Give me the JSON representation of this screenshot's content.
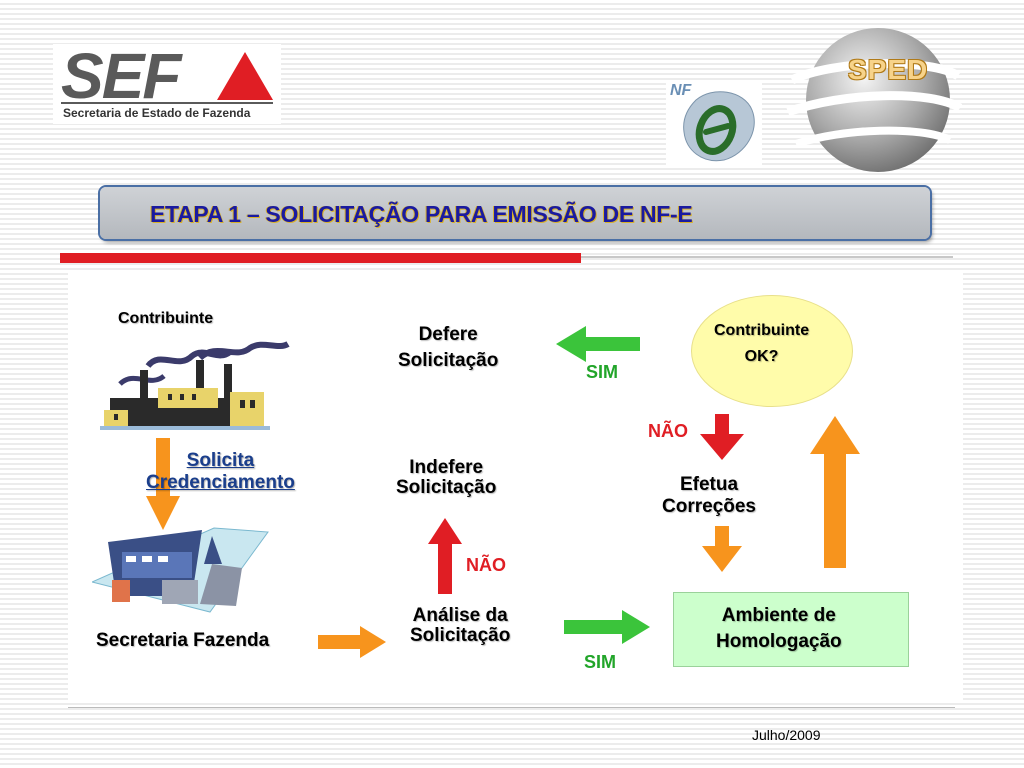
{
  "header": {
    "sef_logo": {
      "letters": "SEF",
      "subtitle": "Secretaria de Estado de Fazenda"
    },
    "nfe_logo": {
      "text": "NF"
    },
    "sped_logo": {
      "text": "SPED"
    },
    "title": "ETAPA 1 – SOLICITAÇÃO PARA EMISSÃO DE  NF-E"
  },
  "diagram": {
    "contribuinte": "Contribuinte",
    "solicita_line1": "Solicita",
    "solicita_line2": "Credenciamento",
    "secretaria": "Secretaria Fazenda",
    "analise_line1": "Análise da",
    "analise_line2": "Solicitação",
    "indefere_line1": "Indefere",
    "indefere_line2": "Solicitação",
    "defere_line1": "Defere",
    "defere_line2": "Solicitação",
    "nao_left": "NÃO",
    "sim_bottom": "SIM",
    "sim_top": "SIM",
    "ambiente_line1": "Ambiente de",
    "ambiente_line2": "Homologação",
    "efetua_line1": "Efetua",
    "efetua_line2": "Correções",
    "nao_right": "NÃO",
    "ok_line1": "Contribuinte",
    "ok_line2": "OK?"
  },
  "colors": {
    "orange_arrow": "#f7941d",
    "green_arrow": "#3bc43b",
    "red_arrow": "#e01e24",
    "title_text": "#1a1aa0"
  },
  "footer": {
    "date": "Julho/2009"
  }
}
